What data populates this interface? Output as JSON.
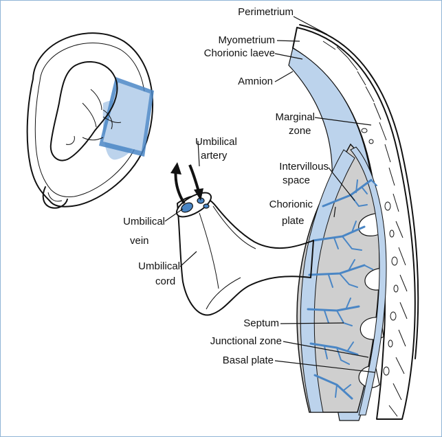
{
  "colors": {
    "frame": "#8fb4d6",
    "membrane_blue": "#bcd3ec",
    "villi_blue": "#4a86c5",
    "intervillous_gray": "#cfcfcf",
    "outline": "#111111"
  },
  "labels": {
    "perimetrium": "Perimetrium",
    "myometrium": "Myometrium",
    "chorionic_laeve": "Chorionic laeve",
    "amnion": "Amnion",
    "marginal_zone_1": "Marginal",
    "marginal_zone_2": "zone",
    "umbilical_artery_1": "Umbilical",
    "umbilical_artery_2": "artery",
    "intervillous_space_1": "Intervillous",
    "intervillous_space_2": "space",
    "chorionic_plate_1": "Chorionic",
    "chorionic_plate_2": "plate",
    "umbilical_vein_1": "Umbilical",
    "umbilical_vein_2": "vein",
    "umbilical_cord_1": "Umbilical",
    "umbilical_cord_2": "cord",
    "septum": "Septum",
    "junctional_zone": "Junctional zone",
    "basal_plate": "Basal plate"
  },
  "icons": {
    "inset": "uterus-with-fetus-icon",
    "flow_arrows": "blood-flow-arrows-icon"
  }
}
